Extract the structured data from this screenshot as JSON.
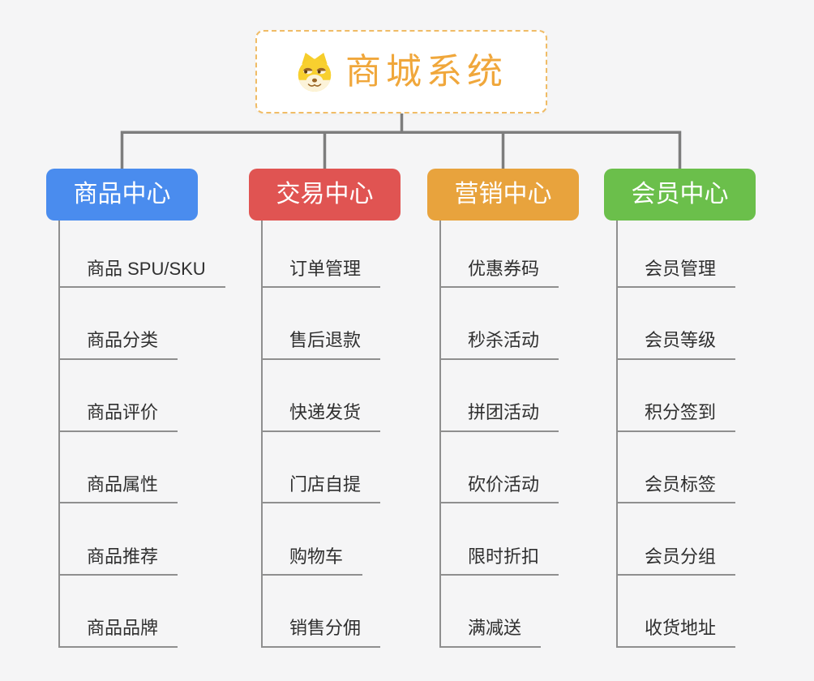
{
  "page": {
    "background": "#f5f5f6"
  },
  "root": {
    "title": "商城系统",
    "icon": "doge-icon",
    "text_color": "#f0a73b",
    "border_color": "#f0bc66"
  },
  "connector_color": "#7d7d7d",
  "leaf_line_color": "#8f8f8f",
  "branches": [
    {
      "label": "商品中心",
      "color": "#4a8cee",
      "children": [
        "商品 SPU/SKU",
        "商品分类",
        "商品评价",
        "商品属性",
        "商品推荐",
        "商品品牌"
      ]
    },
    {
      "label": "交易中心",
      "color": "#e05452",
      "children": [
        "订单管理",
        "售后退款",
        "快递发货",
        "门店自提",
        "购物车",
        "销售分佣"
      ]
    },
    {
      "label": "营销中心",
      "color": "#e8a33d",
      "children": [
        "优惠券码",
        "秒杀活动",
        "拼团活动",
        "砍价活动",
        "限时折扣",
        "满减送"
      ]
    },
    {
      "label": "会员中心",
      "color": "#6bbf4b",
      "children": [
        "会员管理",
        "会员等级",
        "积分签到",
        "会员标签",
        "会员分组",
        "收货地址"
      ]
    }
  ]
}
